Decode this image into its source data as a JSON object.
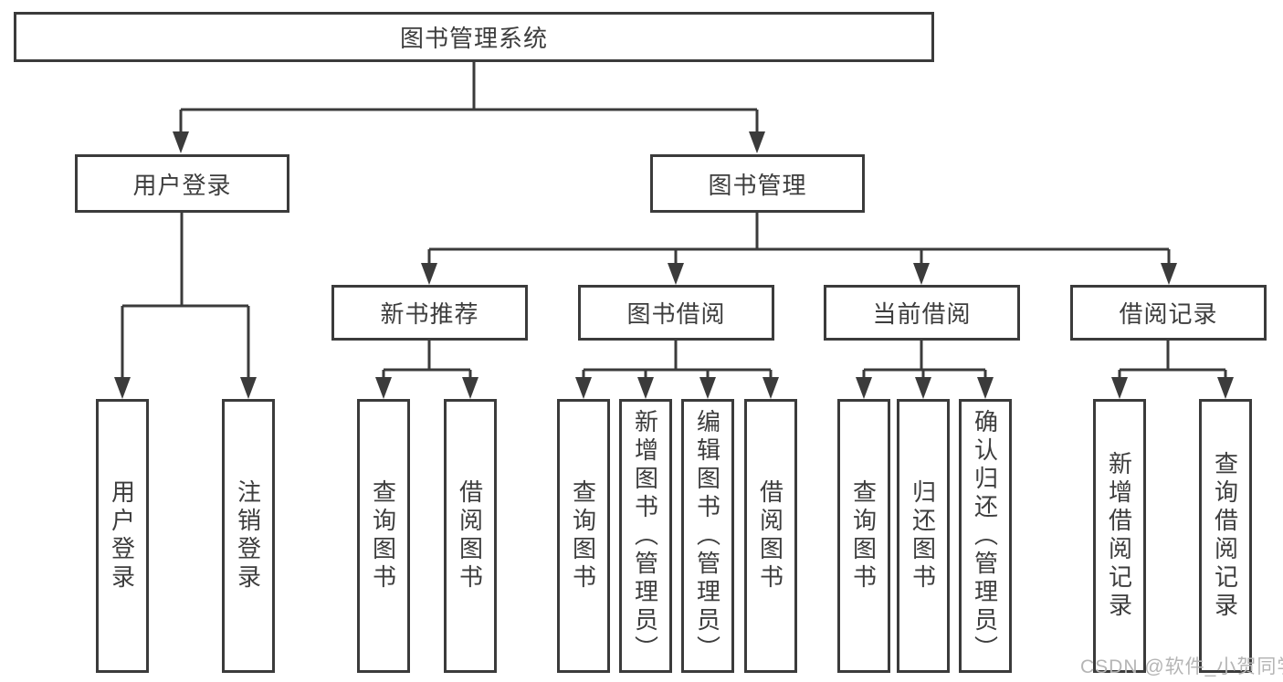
{
  "title": "图书管理系统",
  "user_branch": {
    "label": "用户登录",
    "children": [
      "用户登录",
      "注销登录"
    ]
  },
  "book_branch": {
    "label": "图书管理",
    "sections": [
      {
        "label": "新书推荐",
        "children": [
          "查询图书",
          "借阅图书"
        ]
      },
      {
        "label": "图书借阅",
        "children": [
          "查询图书",
          "新增图书（管理员）",
          "编辑图书（管理员）",
          "借阅图书"
        ]
      },
      {
        "label": "当前借阅",
        "children": [
          "查询图书",
          "归还图书",
          "确认归还（管理员）"
        ]
      },
      {
        "label": "借阅记录",
        "children": [
          "新增借阅记录",
          "查询借阅记录"
        ]
      }
    ]
  },
  "watermark": "CSDN @软件_小贺同学",
  "colors": {
    "line": "#3b3b3b",
    "text": "#3d3d3d",
    "background": "#ffffff",
    "watermark": "#b5b5b5"
  }
}
